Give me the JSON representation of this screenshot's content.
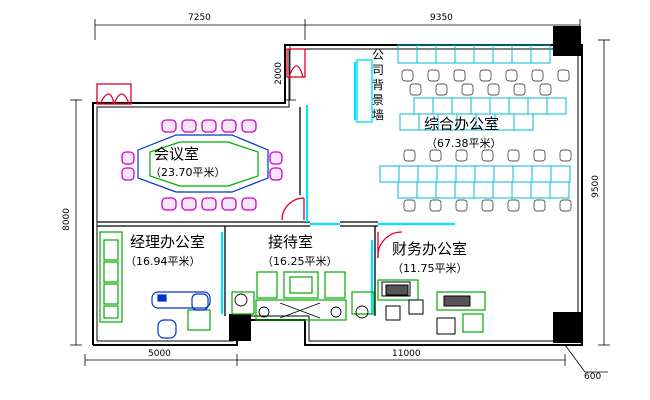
{
  "dimensions": {
    "top_left": "7250",
    "top_right": "9350",
    "bottom_left": "5000",
    "bottom_right": "11000",
    "left_side": "8000",
    "right_side": "9500",
    "stair_height": "2000",
    "corner": "600"
  },
  "rooms": {
    "meeting": {
      "name": "会议室",
      "area": "（23.70平米）"
    },
    "general_office": {
      "name": "综合办公室",
      "area": "（67.38平米）"
    },
    "manager": {
      "name": "经理办公室",
      "area": "（16.94平米）"
    },
    "reception": {
      "name": "接待室",
      "area": "（16.25平米）"
    },
    "finance": {
      "name": "财务办公室",
      "area": "（11.75平米）"
    }
  },
  "company_wall": {
    "chars": [
      "公",
      "司",
      "背",
      "景",
      "墙"
    ]
  },
  "colors": {
    "wall": "#000000",
    "glass": "#00e5ff",
    "door": "#e0002a",
    "chair": "#cc00cc",
    "furniture": "#00aa00",
    "desk": "#0033cc",
    "column": "#000000"
  }
}
